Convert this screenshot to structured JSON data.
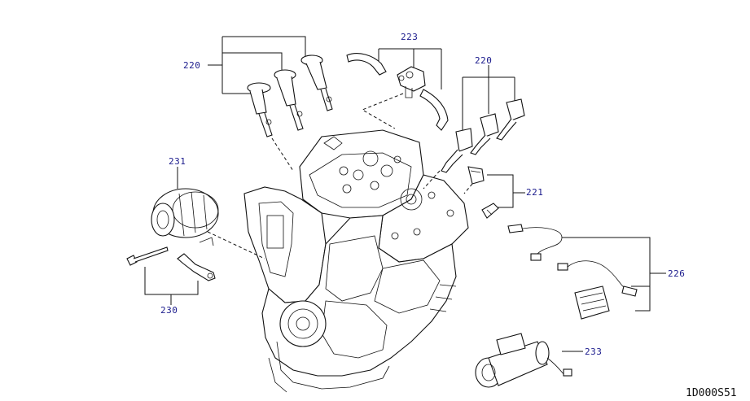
{
  "callouts": {
    "c220_left": "220",
    "c223": "223",
    "c220_right": "220",
    "c231": "231",
    "c221": "221",
    "c226": "226",
    "c230": "230",
    "c233": "233"
  },
  "diagram_code": "1D000S51",
  "colors": {
    "callout_text": "#1a1a8c",
    "line": "#111111"
  }
}
